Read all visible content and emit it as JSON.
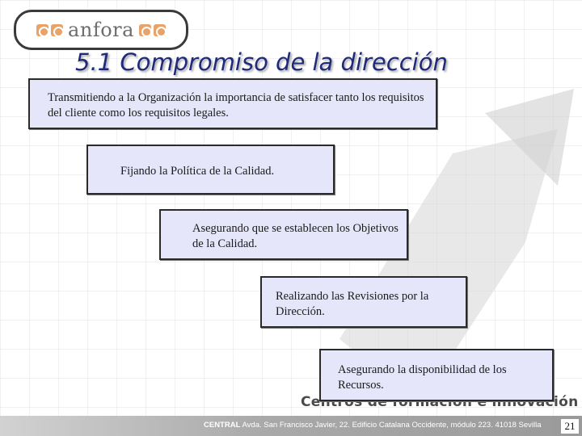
{
  "logo": {
    "text": "anfora"
  },
  "title": "5.1 Compromiso de la dirección",
  "boxes": [
    {
      "text": "Transmitiendo a la Organización la importancia de satisfacer tanto los requisitos del cliente como los requisitos legales."
    },
    {
      "text": "Fijando la Política de la Calidad."
    },
    {
      "text": "Asegurando que se establecen los Objetivos de la Calidad."
    },
    {
      "text": "Realizando las Revisiones por la Dirección."
    },
    {
      "text": "Asegurando la disponibilidad de los Recursos."
    }
  ],
  "watermark": "Centros de formación e innovación",
  "footer": {
    "brand": "CENTRAL",
    "address": "Avda. San Francisco Javier, 22. Edificio Catalana Occidente, módulo 223. 41018 Sevilla"
  },
  "page_number": "21",
  "colors": {
    "title": "#1f2a7a",
    "box_fill": "#e6e6fa",
    "logo_accent": "#e8a36a"
  }
}
